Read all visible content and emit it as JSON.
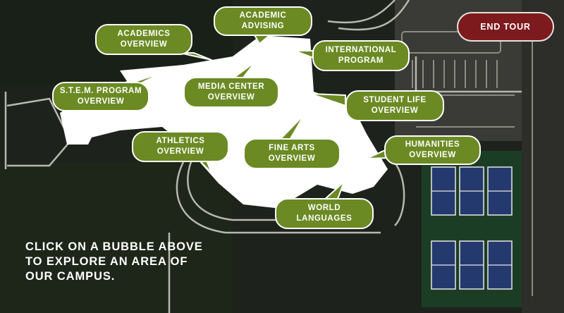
{
  "tour": {
    "end_tour_label": "END TOUR",
    "instructions": "CLICK ON A BUBBLE ABOVE\nTO EXPLORE AN AREA OF\nOUR CAMPUS."
  },
  "bubbles": {
    "academic_advising": "ACADEMIC\nADVISING",
    "academics_overview": "ACADEMICS\nOVERVIEW",
    "international_program": "INTERNATIONAL\nPROGRAM",
    "stem_overview": "S.T.E.M. PROGRAM\nOVERVIEW",
    "media_center": "MEDIA CENTER\nOVERVIEW",
    "student_life": "STUDENT LIFE\nOVERVIEW",
    "athletics": "ATHLETICS\nOVERVIEW",
    "fine_arts": "FINE ARTS\nOVERVIEW",
    "humanities": "HUMANITIES\nOVERVIEW",
    "world_languages": "WORLD\nLANGUAGES"
  },
  "colors": {
    "bubble": "#6b8a23",
    "end_tour": "#7d1a1e",
    "building": "#ffffff"
  }
}
